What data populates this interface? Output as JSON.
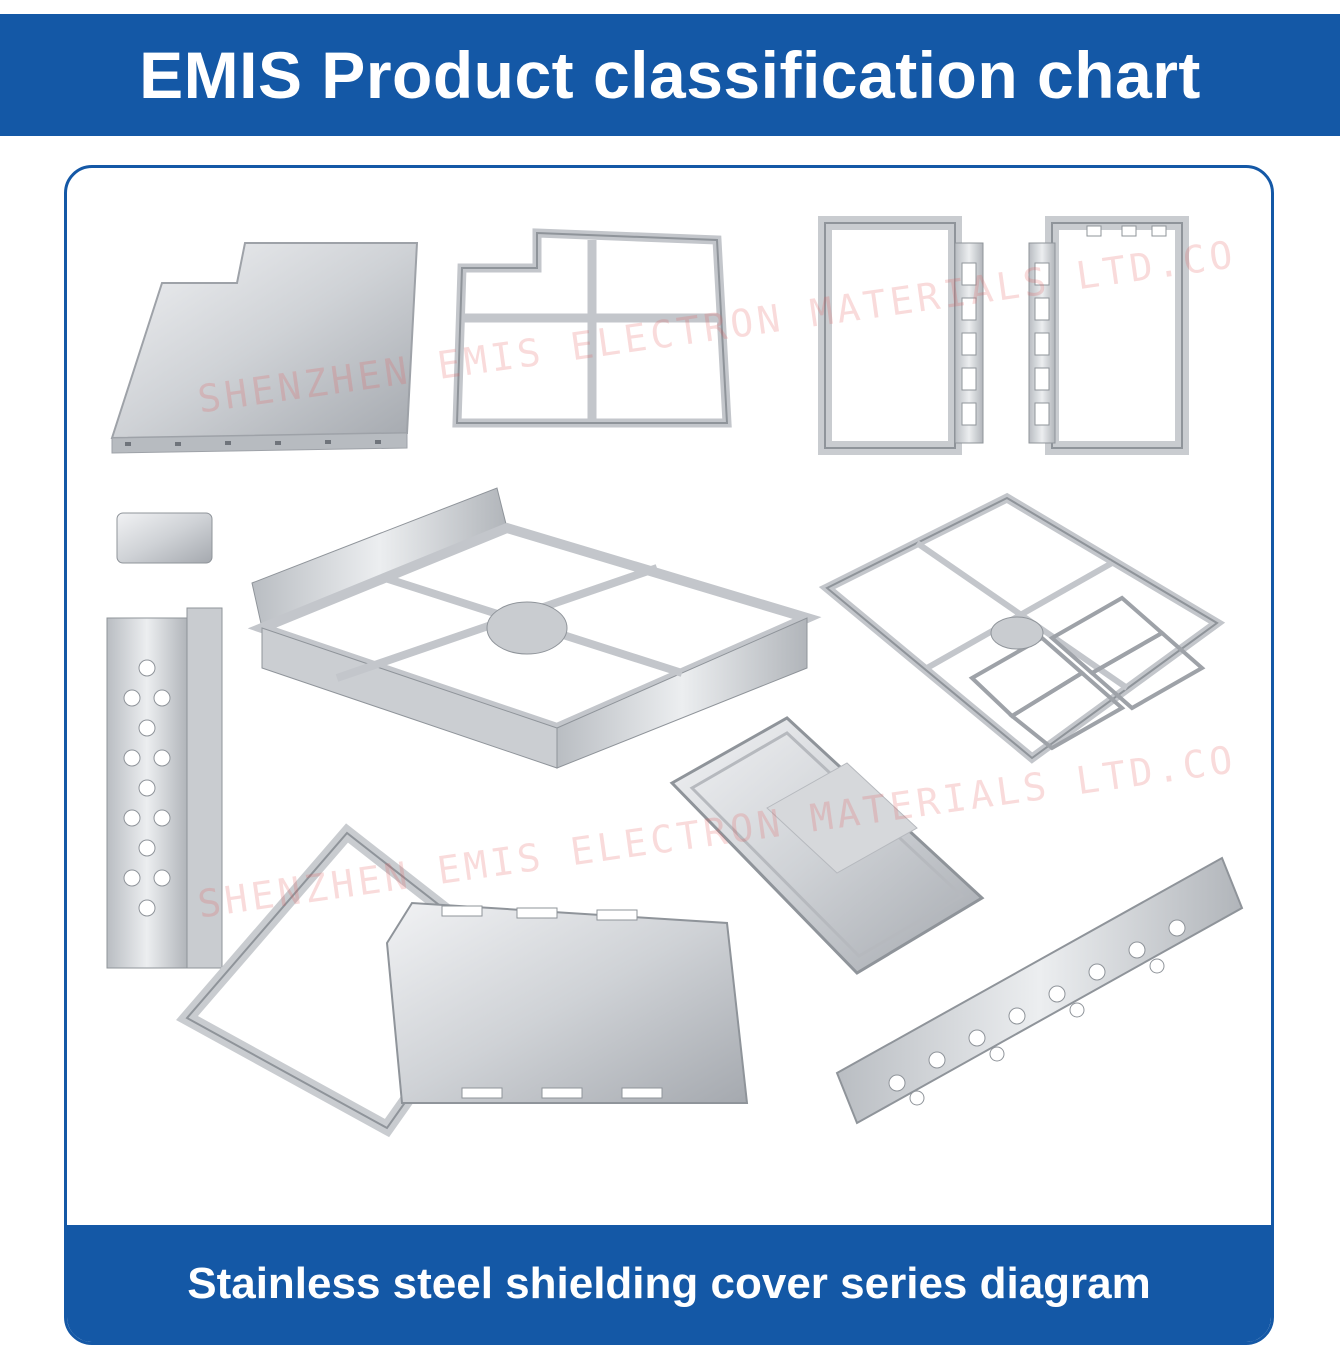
{
  "header": {
    "title": "EMIS Product classification chart"
  },
  "watermark": {
    "text": "SHENZHEN EMIS ELECTRON MATERIALS LTD.CO"
  },
  "caption": {
    "text": "Stainless steel shielding cover series diagram"
  },
  "colors": {
    "brand_blue": "#1458a6",
    "metal_light": "#e4e6e9",
    "metal_dark": "#a9adb3"
  }
}
